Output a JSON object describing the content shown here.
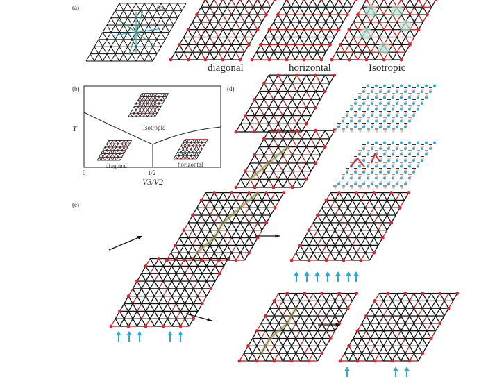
{
  "panels": {
    "a": "(a)",
    "b": "(b)",
    "c": "(c)",
    "d": "(d)",
    "e": "(e)"
  },
  "captions": {
    "diagonal": "diagonal",
    "horizontal": "horizontal",
    "isotropic": "Isotropic"
  },
  "phase_diagram": {
    "y_axis": "T",
    "x_axis": "V3/V2",
    "x_zero": "0",
    "x_half": "1/2",
    "isotropic": "Isotropic",
    "diagonal": "diagonal",
    "horizontal": "horizontal"
  },
  "colors": {
    "bond": "#111111",
    "red_bond": "#d11a1a",
    "site_red": "#e0202a",
    "blue": "#26a8e0",
    "green": "#2e9e5a",
    "orange": "#e8a060",
    "shade": "#b8e2d2"
  },
  "arrows_e": {
    "left_group": "5 arrows",
    "top_right": "7 arrows",
    "bottom_right": "3 arrows"
  }
}
